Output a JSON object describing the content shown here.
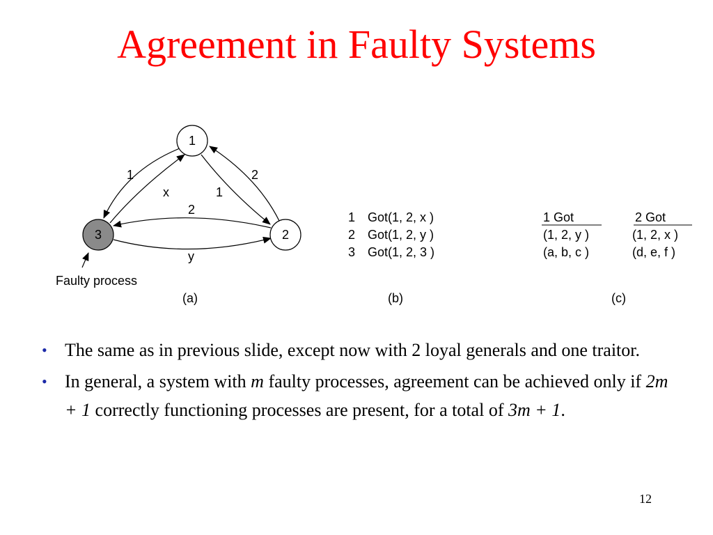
{
  "slide": {
    "title": "Agreement in Faulty Systems",
    "page_number": "12"
  },
  "diagram_a": {
    "nodes": [
      {
        "id": "1",
        "label": "1",
        "faulty": false
      },
      {
        "id": "2",
        "label": "2",
        "faulty": false
      },
      {
        "id": "3",
        "label": "3",
        "faulty": true
      }
    ],
    "edge_labels": {
      "e3_to_1_outer": "1",
      "e3_to_1_inner": "x",
      "e1_to_2_inner": "1",
      "e2_to_1_outer": "2",
      "e2_to_3_top": "2",
      "e3_to_2_bottom": "y"
    },
    "faulty_caption": "Faulty process",
    "caption": "(a)"
  },
  "diagram_b": {
    "rows": [
      {
        "num": "1",
        "text": "Got(1, 2, x )"
      },
      {
        "num": "2",
        "text": "Got(1, 2, y )"
      },
      {
        "num": "3",
        "text": "Got(1, 2, 3 )"
      }
    ],
    "caption": "(b)"
  },
  "diagram_c": {
    "columns": [
      {
        "header": "1 Got",
        "rows": [
          "(1, 2,  y )",
          "(a, b,  c )"
        ]
      },
      {
        "header": "2 Got",
        "rows": [
          "(1, 2,  x )",
          "(d, e,  f  )"
        ]
      }
    ],
    "caption": "(c)"
  },
  "bullets": {
    "b1": "The same as in previous slide, except now with 2 loyal generals and one traitor.",
    "b2_part1": "In general, a system with ",
    "b2_m": "m",
    "b2_part2": " faulty processes, agreement can be achieved only if ",
    "b2_expr1": "2m + 1",
    "b2_part3": " correctly functioning processes are present, for a total of ",
    "b2_expr2": "3m + 1",
    "b2_part4": "."
  },
  "colors": {
    "title": "#ff0000",
    "bullet": "#1c2aa8",
    "faulty_node": "#8a8a8a"
  }
}
